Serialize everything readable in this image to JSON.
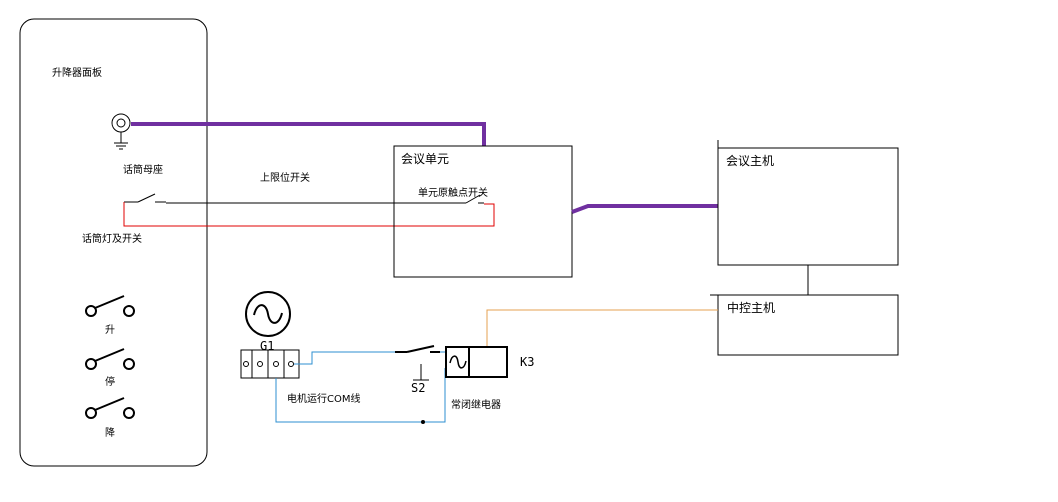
{
  "panel": {
    "title": "升降器面板",
    "mic_socket_label": "话筒母座",
    "mic_light_switch_label": "话筒灯及开关",
    "buttons": [
      {
        "label": "升"
      },
      {
        "label": "停"
      },
      {
        "label": "降"
      }
    ]
  },
  "upper_limit_switch_label": "上限位开关",
  "conference_unit": {
    "title": "会议单元",
    "contact_switch_label": "单元原触点开关"
  },
  "conference_host": {
    "title": "会议主机"
  },
  "central_control_host": {
    "title": "中控主机"
  },
  "generator": {
    "label": "G1"
  },
  "switch_s2": {
    "label": "S2"
  },
  "relay": {
    "label": "K3",
    "description": "常闭继电器"
  },
  "motor_com_line_label": "电机运行COM线",
  "colors": {
    "purple_cable": "#7030a0",
    "red_loop": "#e00000",
    "blue_wire": "#2e8fd0",
    "orange_wire": "#e6a050",
    "outline": "#000000"
  }
}
